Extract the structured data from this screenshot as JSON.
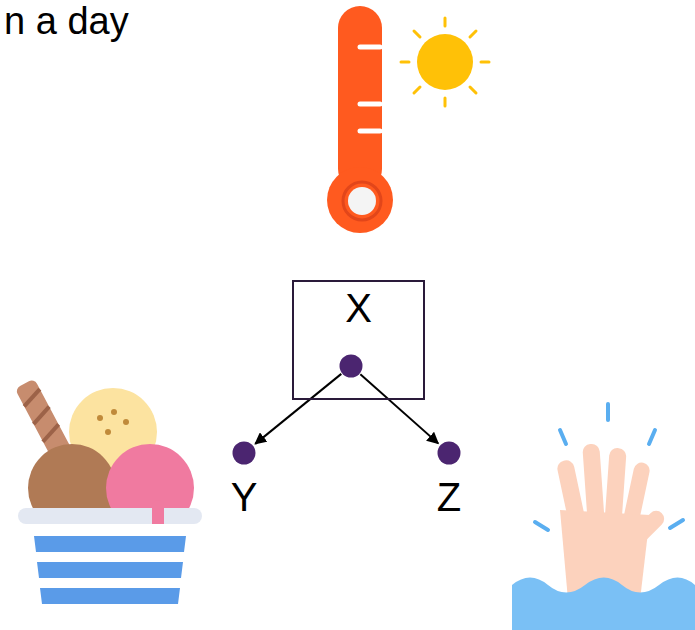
{
  "diagram": {
    "nodes": [
      {
        "text": [
          "X"
        ]
      },
      {
        "text": [
          "Y"
        ]
      },
      {
        "text": [
          "Z"
        ]
      }
    ],
    "edges": [
      {
        "from": 0,
        "to": 1,
        "arrow": "to"
      },
      {
        "from": 0,
        "to": 2,
        "arrow": "to"
      }
    ],
    "labels": [
      "n a day"
    ]
  }
}
